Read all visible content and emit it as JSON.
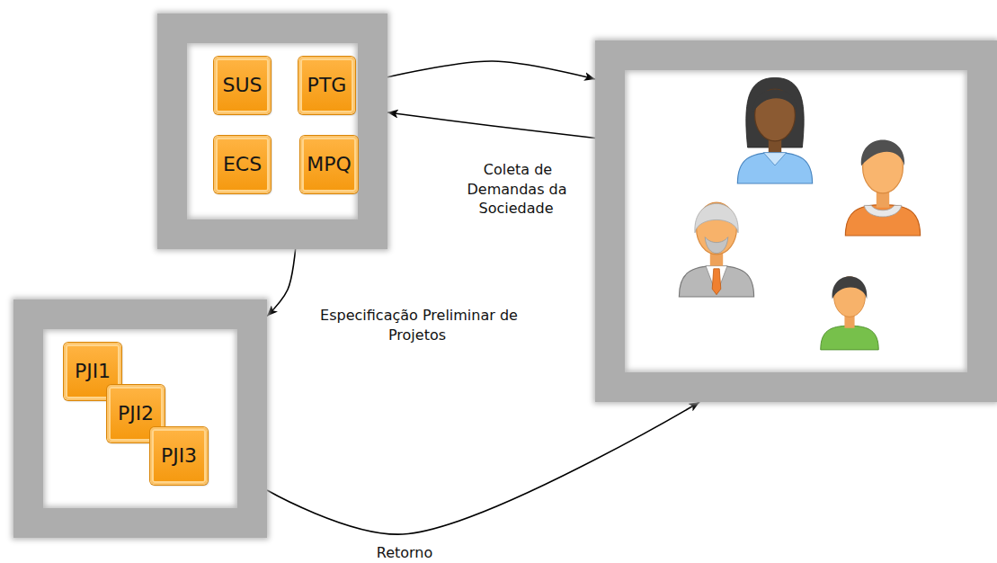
{
  "diagram": {
    "nodes": [
      {
        "text": []
      },
      {
        "text": [
          "SUS"
        ],
        "in": 0
      },
      {
        "text": [
          "PTG"
        ],
        "in": 0
      },
      {
        "text": [
          "ECS"
        ],
        "in": 0
      },
      {
        "text": [
          "MPQ"
        ],
        "in": 0
      },
      {
        "text": []
      },
      {
        "text": []
      },
      {
        "text": [
          "PJI1"
        ],
        "in": 6
      },
      {
        "text": [
          "PJI2"
        ],
        "in": 6
      },
      {
        "text": [
          "PJI3"
        ],
        "in": 6
      }
    ],
    "edges": [
      {
        "from": 0,
        "to": 5,
        "arrow": "to"
      },
      {
        "from": 5,
        "to": 0,
        "label": "Coleta de Demandas da Sociedade",
        "arrow": "to"
      },
      {
        "from": 0,
        "to": 6,
        "label": "Especificação Preliminar de Projetos",
        "arrow": "to"
      },
      {
        "from": 6,
        "to": 5,
        "label": "Retorno",
        "arrow": "to"
      }
    ]
  }
}
